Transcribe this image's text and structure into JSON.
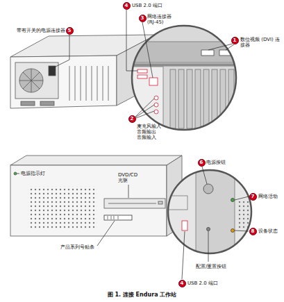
{
  "diagram": {
    "caption": "图 1. 连接 Endura 工作站",
    "nodes": [
      {
        "text": [
          "4"
        ]
      },
      {
        "text": [
          "3"
        ]
      },
      {
        "text": [
          "5"
        ]
      },
      {
        "text": [
          "1"
        ]
      },
      {
        "text": [
          "2"
        ]
      },
      {
        "text": [
          "6"
        ]
      },
      {
        "text": [
          "7"
        ]
      },
      {
        "text": [
          "8"
        ]
      },
      {
        "text": [
          "4"
        ]
      }
    ],
    "labels": [
      "USB 2.0 端口",
      "网络连接器 (RJ-45)",
      "带有开关的电源连接器",
      "数位视频 (DVI) 连接器",
      "麦克风输入",
      "音频输出",
      "音频输入",
      "电源指示灯",
      "DVD/CD 光驱",
      "电源按钮",
      "网络活动",
      "产品系列号贴条",
      "设备状态",
      "配置/重置按钮",
      "USB 2.0 端口"
    ]
  }
}
